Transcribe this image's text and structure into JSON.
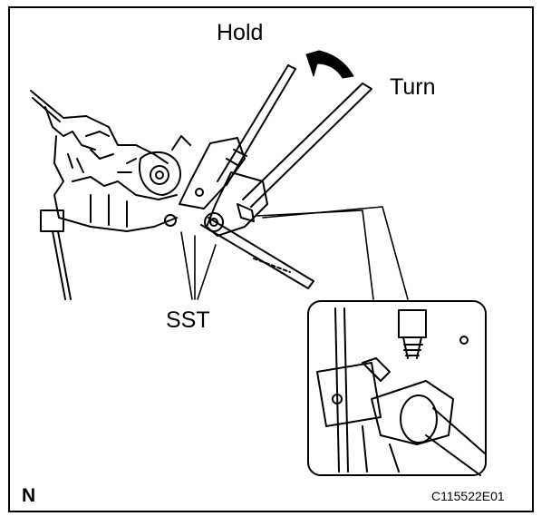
{
  "labels": {
    "hold": "Hold",
    "turn": "Turn",
    "sst": "SST",
    "orientation": "N",
    "figure_code": "C115522E01"
  },
  "colors": {
    "line": "#000000",
    "fill": "#ffffff",
    "arrow": "#000000"
  },
  "illustration": {
    "subject": "steering gear assembly with special service tools",
    "inset": "magnified view of tool engagement"
  }
}
